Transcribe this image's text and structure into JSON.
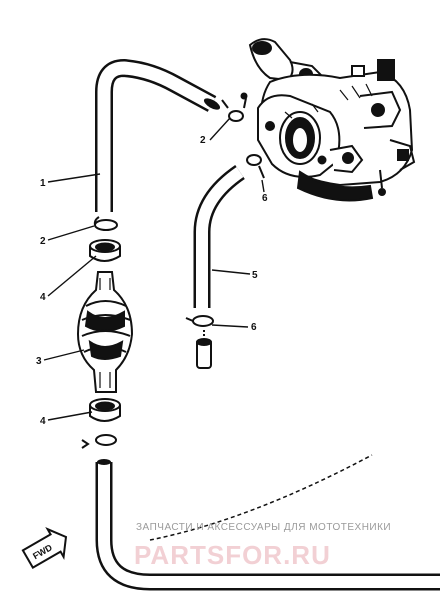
{
  "callouts": [
    {
      "id": "c1a",
      "label": "1"
    },
    {
      "id": "c2a",
      "label": "2"
    },
    {
      "id": "c2b",
      "label": "2"
    },
    {
      "id": "c3",
      "label": "3"
    },
    {
      "id": "c4a",
      "label": "4"
    },
    {
      "id": "c4b",
      "label": "4"
    },
    {
      "id": "c5",
      "label": "5"
    },
    {
      "id": "c6a",
      "label": "6"
    },
    {
      "id": "c6b",
      "label": "6"
    }
  ],
  "forward_marker": "FWD",
  "watermark": {
    "caption": "ЗАПЧАСТИ И АКСЕССУАРЫ ДЛЯ МОТОТЕХНИКИ",
    "brand": "PARTSFOR.RU"
  },
  "colors": {
    "ink": "#111111",
    "watermark_brand": "#f2d0d4",
    "watermark_caption": "#9a9a9a"
  }
}
